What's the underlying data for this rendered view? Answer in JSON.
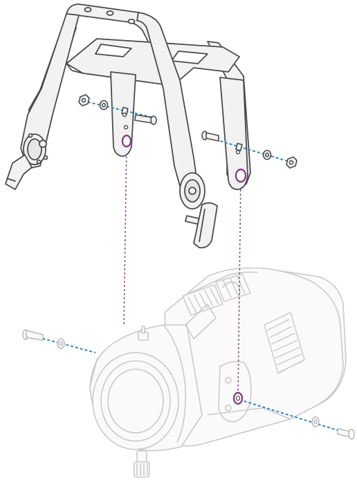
{
  "figure": {
    "kind": "exploded assembly illustration",
    "parts": [
      {
        "name": "yoke-bracket"
      },
      {
        "name": "left-arm-hardware"
      },
      {
        "name": "right-arm-hardware"
      },
      {
        "name": "tilt-lock-knob"
      },
      {
        "name": "fixture-body"
      },
      {
        "name": "left-side-bolt"
      },
      {
        "name": "right-side-bolt"
      }
    ],
    "colors": {
      "line": "#4a4a4a",
      "fill": "#f2f2f2",
      "ghost_line": "#c9c9c9",
      "ghost_fill": "#fafafa",
      "axis_blue": "#2f86c8",
      "guide_purple": "#9a4f9a",
      "hole_ring": "#8a3f8a"
    }
  }
}
